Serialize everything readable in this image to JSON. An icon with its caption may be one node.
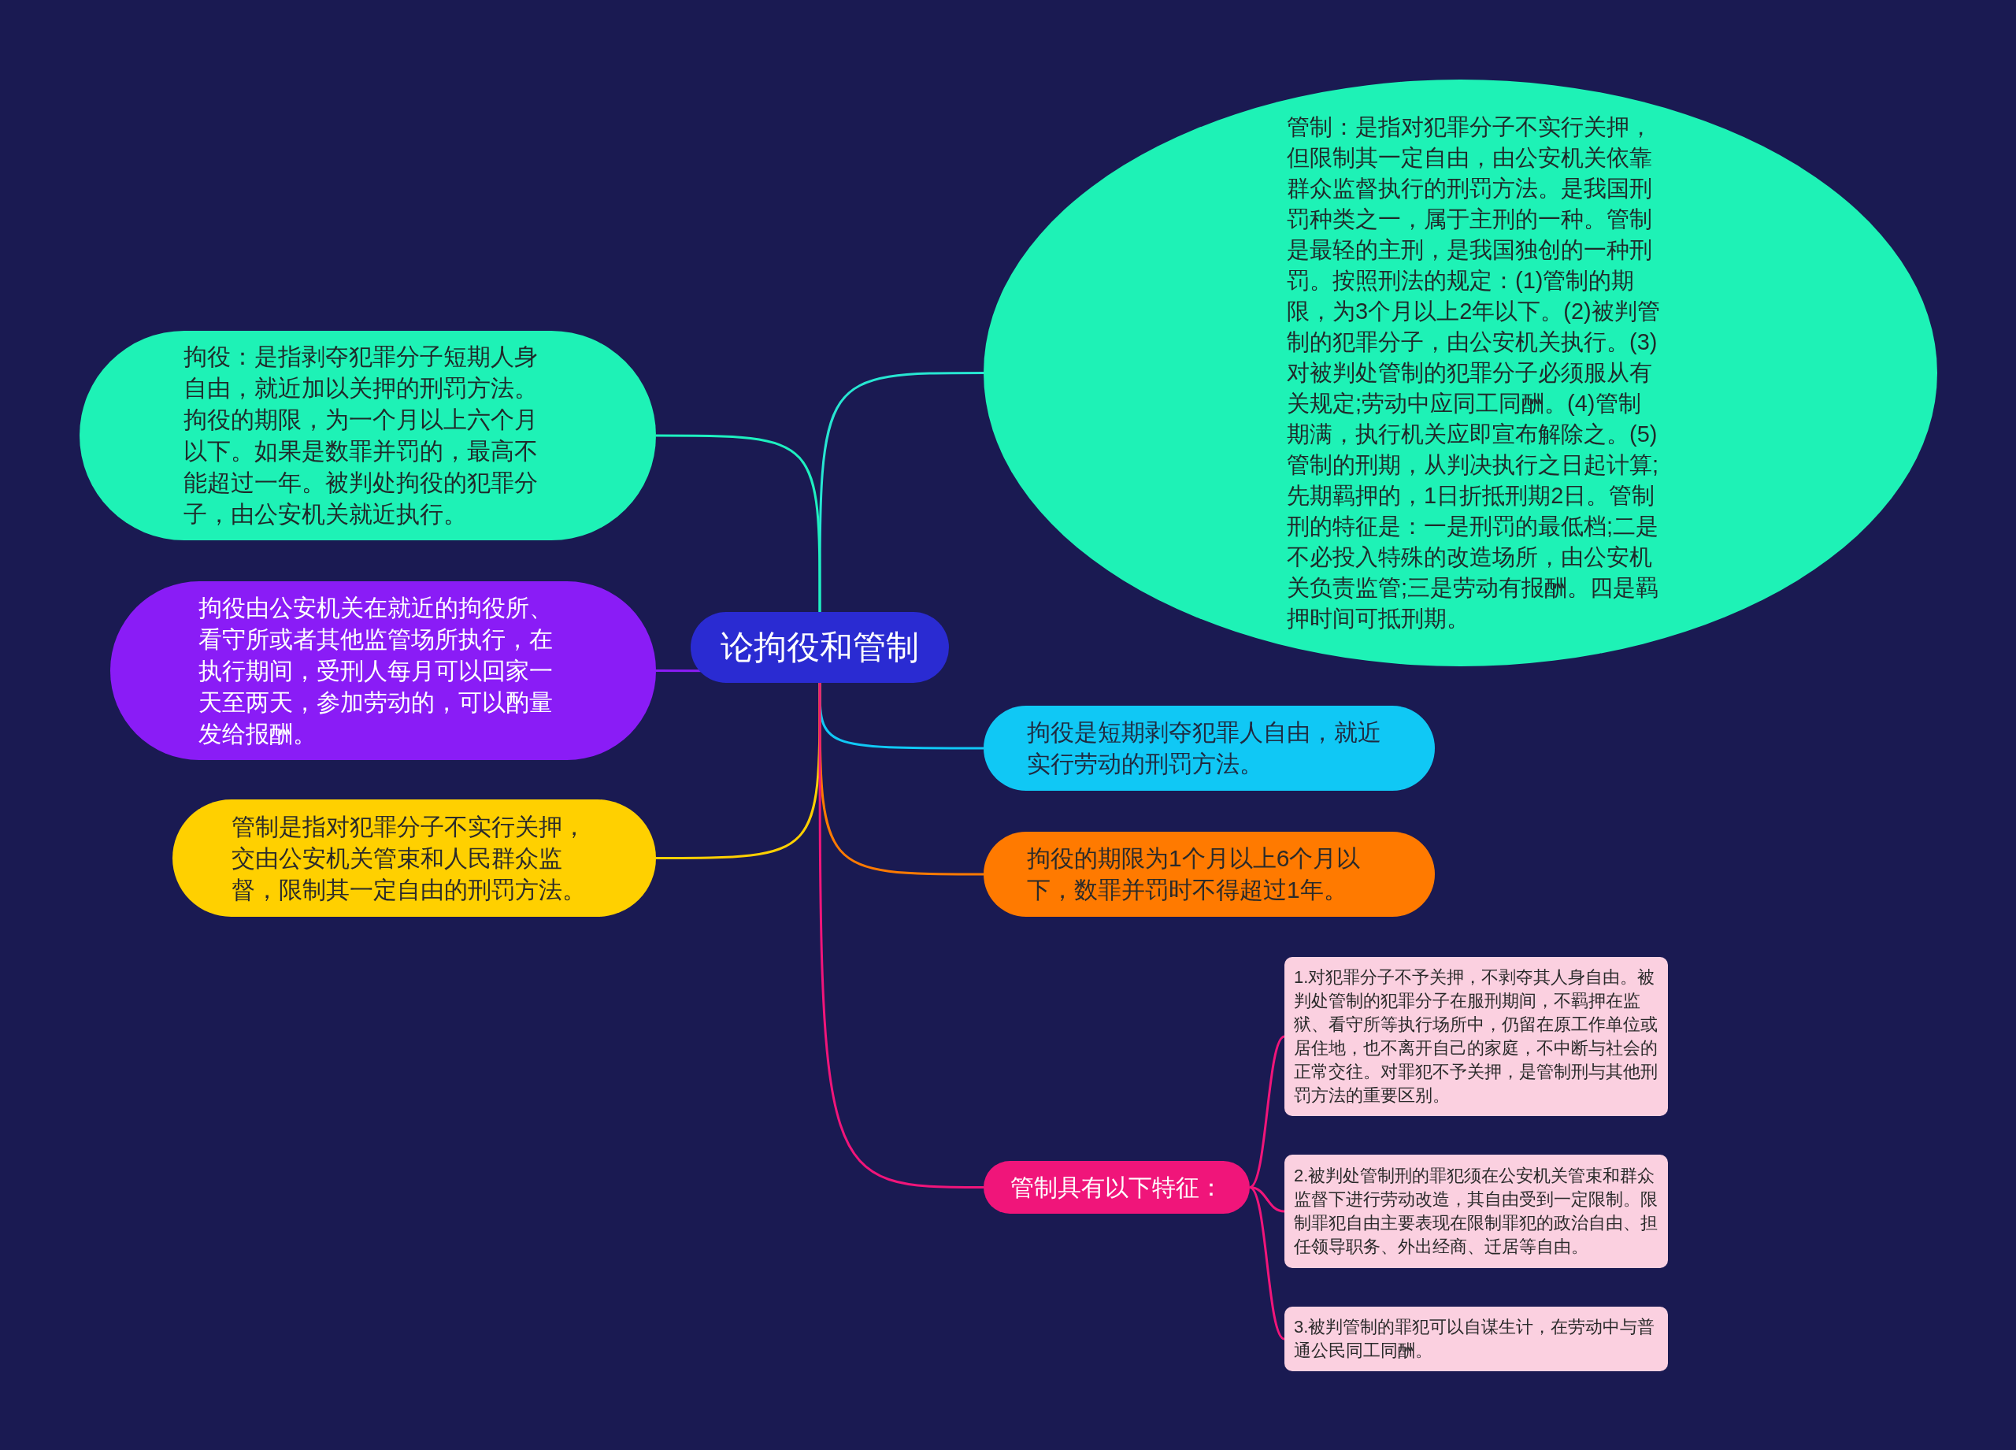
{
  "diagram": {
    "nodes": [
      {
        "text": [
          "论拘役和管制"
        ]
      },
      {
        "text": [
          "管制：是指对犯罪分子不实行关押，但限制其一定自由，由公安机关依靠群众监督执行的刑罚方法。是我国刑罚种类之一，属于主刑的一种。管制是最轻的主刑，是我国独创的一种刑罚。按照刑法的规定：(1)管制的期限，为3个月以上2年以下。(2)被判管制的犯罪分子，由公安机关执行。(3)对被判处管制的犯罪分子必须服从有关规定;劳动中应同工同酬。(4)管制期满，执行机关应即宣布解除之。(5)管制的刑期，从判决执行之日起计算;先期羁押的，1日折抵刑期2日。管制刑的特征是：一是刑罚的最低档;二是不必投入特殊的改造场所，由公安机关负责监管;三是劳动有报酬。四是羁押时间可抵刑期。"
        ]
      },
      {
        "text": [
          "拘役：是指剥夺犯罪分子短期人身自由，就近加以关押的刑罚方法。拘役的期限，为一个月以上六个月以下。如果是数罪并罚的，最高不能超过一年。被判处拘役的犯罪分子，由公安机关就近执行。"
        ]
      },
      {
        "text": [
          "拘役由公安机关在就近的拘役所、看守所或者其他监管场所执行，在执行期间，受刑人每月可以回家一天至两天，参加劳动的，可以酌量发给报酬。"
        ]
      },
      {
        "text": [
          "管制是指对犯罪分子不实行关押，交由公安机关管束和人民群众监督，限制其一定自由的刑罚方法。"
        ]
      },
      {
        "text": [
          "拘役是短期剥夺犯罪人自由，就近实行劳动的刑罚方法。"
        ]
      },
      {
        "text": [
          "拘役的期限为1个月以上6个月以下，数罪并罚时不得超过1年。"
        ]
      },
      {
        "text": [
          "管制具有以下特征："
        ]
      },
      {
        "text": [
          "1.对犯罪分子不予关押，不剥夺其人身自由。被判处管制的犯罪分子在服刑期间，不羁押在监狱、看守所等执行场所中，仍留在原工作单位或居住地，也不离开自己的家庭，不中断与社会的正常交往。对罪犯不予关押，是管制刑与其他刑罚方法的重要区别。"
        ]
      },
      {
        "text": [
          "2.被判处管制刑的罪犯须在公安机关管束和群众监督下进行劳动改造，其自由受到一定限制。限制罪犯自由主要表现在限制罪犯的政治自由、担任领导职务、外出经商、迁居等自由。"
        ]
      },
      {
        "text": [
          "3.被判管制的罪犯可以自谋生计，在劳动中与普通公民同工同酬。"
        ]
      }
    ],
    "edges": [
      {
        "from": 0,
        "to": 1,
        "arrow": "none",
        "color": "#27e6d2"
      },
      {
        "from": 0,
        "to": 2,
        "arrow": "none",
        "color": "#1ef0c0"
      },
      {
        "from": 0,
        "to": 3,
        "arrow": "none",
        "color": "#8b1cf5"
      },
      {
        "from": 0,
        "to": 4,
        "arrow": "none",
        "color": "#ffd000"
      },
      {
        "from": 0,
        "to": 5,
        "arrow": "none",
        "color": "#10c8f5"
      },
      {
        "from": 0,
        "to": 6,
        "arrow": "none",
        "color": "#ff7a00"
      },
      {
        "from": 0,
        "to": 7,
        "arrow": "none",
        "color": "#f0157a"
      },
      {
        "from": 7,
        "to": 8,
        "arrow": "none",
        "color": "#f0157a"
      },
      {
        "from": 7,
        "to": 9,
        "arrow": "none",
        "color": "#f0157a"
      },
      {
        "from": 7,
        "to": 10,
        "arrow": "none",
        "color": "#f0157a"
      }
    ]
  }
}
